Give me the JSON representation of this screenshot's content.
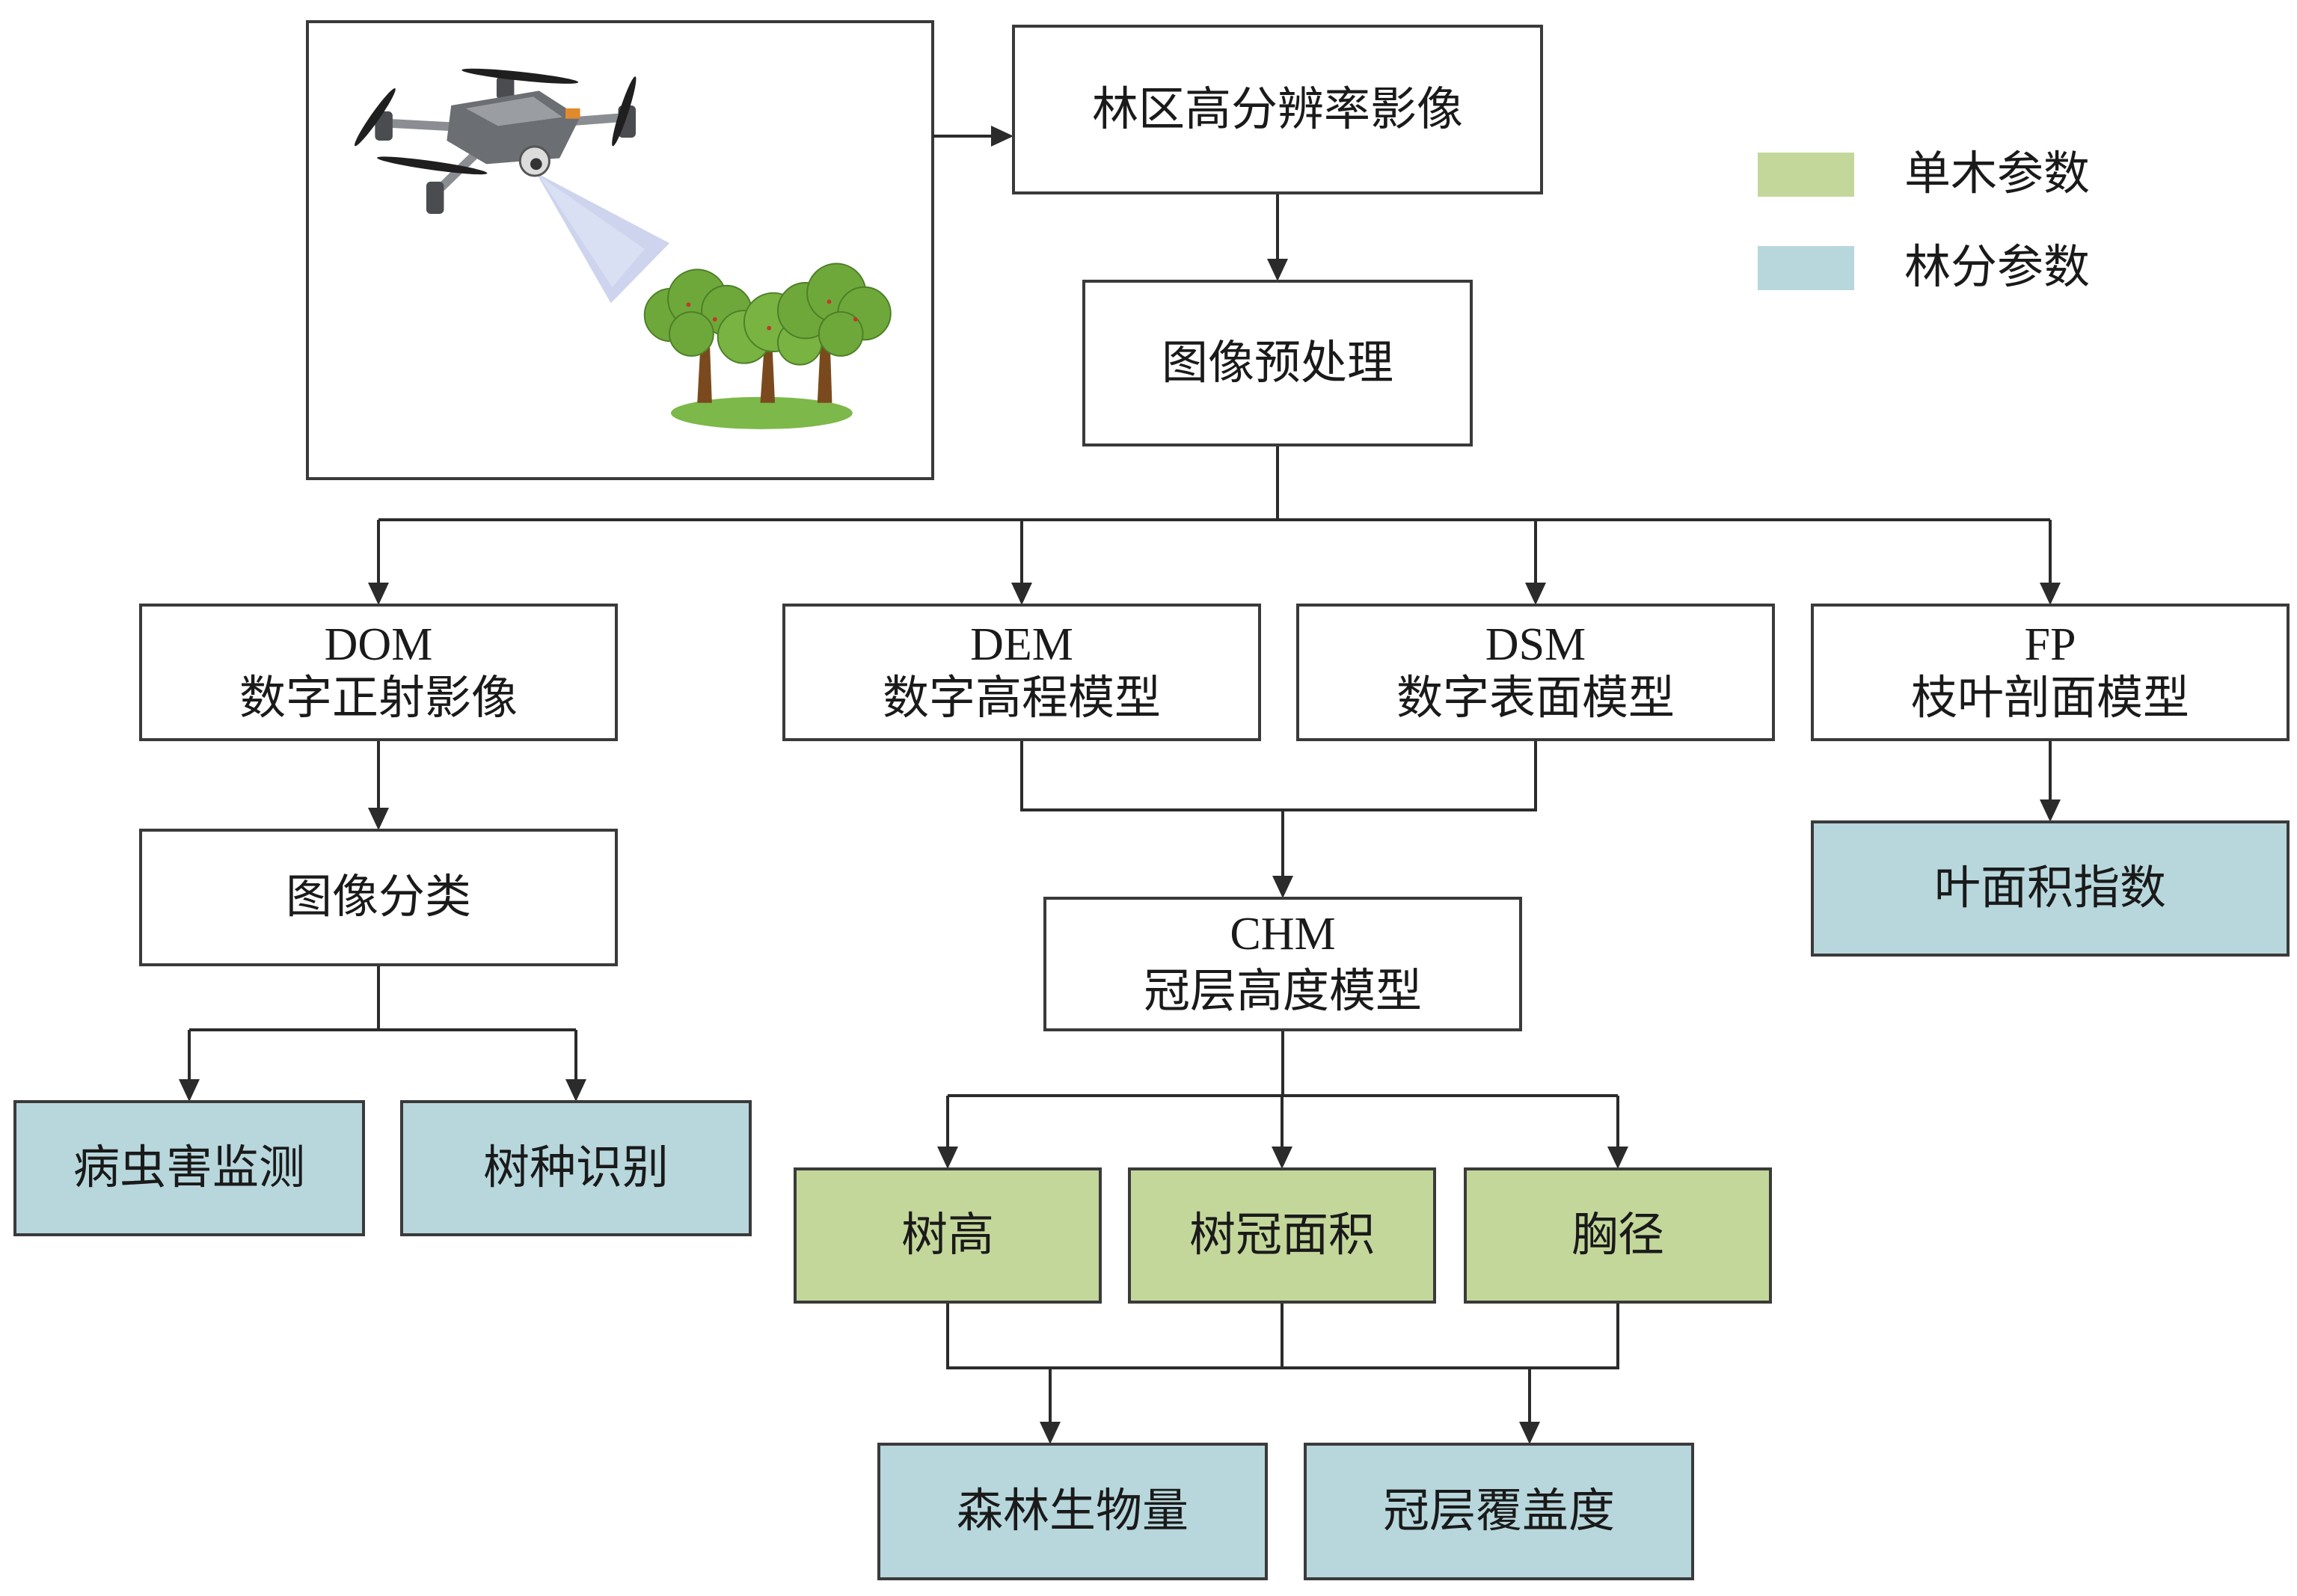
{
  "diagram": {
    "imagery": "林区高分辨率影像",
    "preprocessing": "图像预处理",
    "dom": {
      "abbr": "DOM",
      "name": "数字正射影像"
    },
    "dem": {
      "abbr": "DEM",
      "name": "数字高程模型"
    },
    "dsm": {
      "abbr": "DSM",
      "name": "数字表面模型"
    },
    "fp": {
      "abbr": "FP",
      "name": "枝叶剖面模型"
    },
    "classification": "图像分类",
    "pest_monitoring": "病虫害监测",
    "species_identification": "树种识别",
    "chm": {
      "abbr": "CHM",
      "name": "冠层高度模型"
    },
    "tree_height": "树高",
    "crown_area": "树冠面积",
    "dbh": "胸径",
    "biomass": "森林生物量",
    "canopy_cover": "冠层覆盖度",
    "lai": "叶面积指数"
  },
  "legend": {
    "single_tree": {
      "label": "单木参数",
      "color": "#c4d79b"
    },
    "stand": {
      "label": "林分参数",
      "color": "#b7d7dc"
    }
  },
  "icons": [
    "drone-icon",
    "camera-beam-icon",
    "trees-icon"
  ]
}
